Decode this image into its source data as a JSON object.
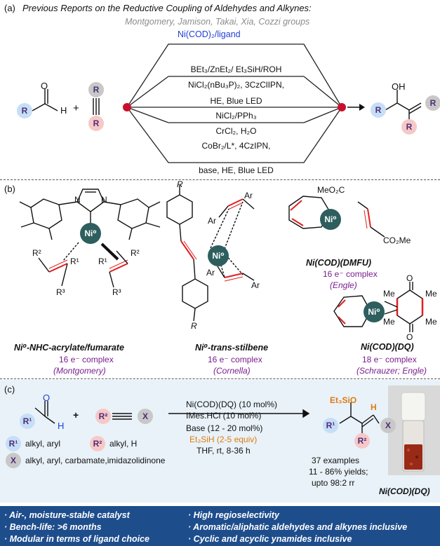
{
  "a": {
    "label": "(a)",
    "title": "Previous Reports on the Reductive Coupling of Aldehydes and Alkynes:",
    "groups": "Montgomery, Jamison, Takai, Xia, Cozzi groups",
    "cond1": "Ni(COD)₂/ligand",
    "cond2": "BEt₃/ZnEt₂/ Et₃SiH/ROH",
    "cond3": "NiCl₂(nBu₃P)₂, 3CzClIPN,",
    "cond4": "HE, Blue LED",
    "cond5": "NiCl₂/PPh₃",
    "cond6": "CrCl₂, H₂O",
    "cond7": "CoBr₂/L*, 4CzIPN,",
    "cond8": "base, HE, Blue LED",
    "atom_O": "O",
    "atom_H": "H",
    "atom_OH": "OH",
    "R": "R",
    "plus": "+"
  },
  "b": {
    "label": "(b)",
    "c1_name": "Ni⁰-NHC-acrylate/fumarate",
    "c1_e": "16 e⁻ complex",
    "c1_ref": "(Montgomery)",
    "c2_name": "Ni⁰-trans-stilbene",
    "c2_e": "16 e⁻ complex",
    "c2_ref": "(Cornella)",
    "c3_name": "Ni(COD)(DMFU)",
    "c3_e": "16 e⁻ complex",
    "c3_ref": "(Engle)",
    "c4_name": "Ni(COD)(DQ)",
    "c4_e": "18 e⁻ complex",
    "c4_ref": "(Schrauzer; Engle)",
    "ni0": "Ni⁰",
    "R": "R",
    "R1": "R¹",
    "R2": "R²",
    "R3": "R³",
    "N": "N",
    "Ar": "Ar",
    "MeO2C": "MeO₂C",
    "CO2Me": "CO₂Me",
    "Me": "Me",
    "O": "O"
  },
  "c": {
    "label": "(c)",
    "cond1": "Ni(COD)(DQ) (10 mol%)",
    "cond2": "IMes.HCl (10 mol%)",
    "cond3": "Base (12 - 20 mol%)",
    "cond4": "Et₃SiH (2-5 equiv)",
    "cond5": "THF, rt, 8-36 h",
    "r1_def": "alkyl, aryl",
    "r2_def": "alkyl, H",
    "x_def": "alkyl, aryl, carbamate,imidazolidinone",
    "r1": "R¹",
    "r2": "R²",
    "x": "X",
    "product_silyl": "Et₃SiO",
    "product_H": "H",
    "examples": "37 examples",
    "yields": "11 - 86% yields;",
    "rr": "upto 98:2 rr",
    "vial_label": "Ni(COD)(DQ)"
  },
  "features": {
    "left": [
      "· Air-, moisture-stable catalyst",
      "· Bench-life: >6 months",
      "· Modular in terms of ligand choice"
    ],
    "right": [
      "· High regioselectivity",
      "· Aromatic/aliphatic aldehydes and alkynes inclusive",
      "· Cyclic and acyclic ynamides inclusive"
    ]
  },
  "colors": {
    "ni_teal": "#2e5e5e",
    "banner_blue": "#1e4d8c",
    "node_red": "#c8102e",
    "alkene_red": "#e02020",
    "catalyst_blue": "#1f3fd6",
    "purple": "#7a1e8e",
    "orange": "#e07a10"
  }
}
